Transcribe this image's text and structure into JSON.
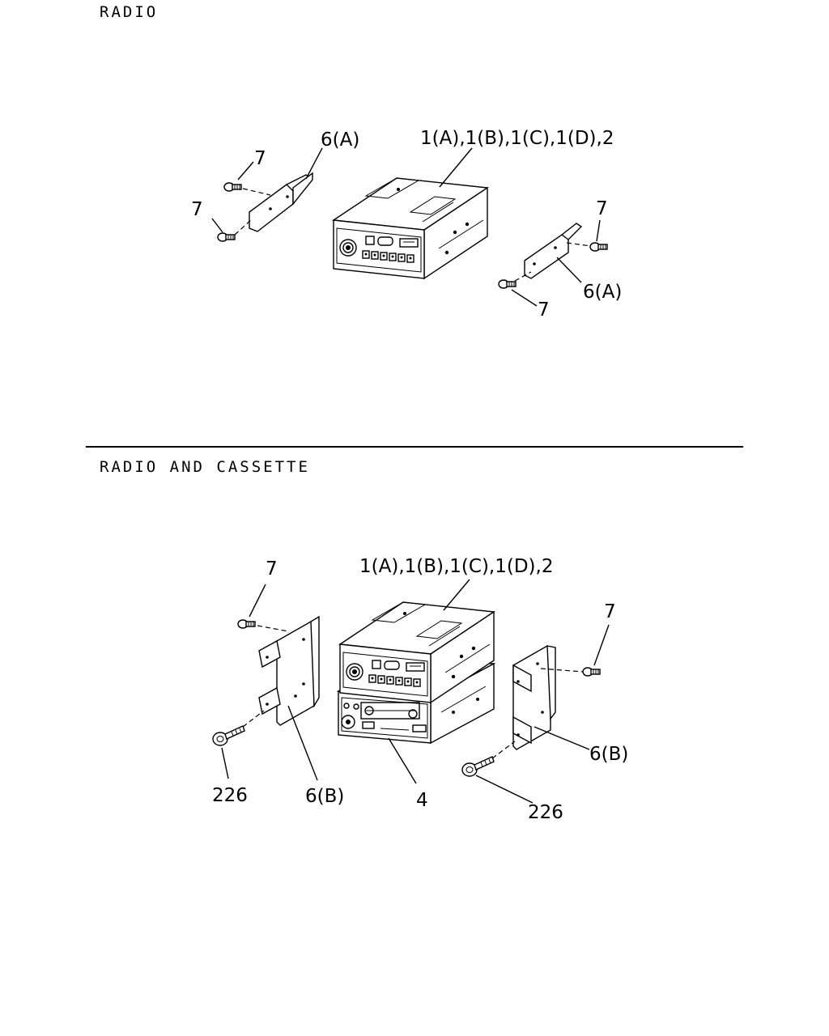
{
  "sections": {
    "radio": {
      "title": "RADIO",
      "callouts": {
        "unit": "1(A),1(B),1(C),1(D),2",
        "bracket_left": "6(A)",
        "bracket_right": "6(A)",
        "screw_1": "7",
        "screw_2": "7",
        "screw_3": "7",
        "screw_4": "7"
      }
    },
    "radio_cassette": {
      "title": "RADIO AND CASSETTE",
      "callouts": {
        "unit": "1(A),1(B),1(C),1(D),2",
        "cassette": "4",
        "bracket_left": "6(B)",
        "bracket_right": "6(B)",
        "screw_left": "7",
        "screw_right": "7",
        "bolt_left": "226",
        "bolt_right": "226"
      }
    }
  }
}
